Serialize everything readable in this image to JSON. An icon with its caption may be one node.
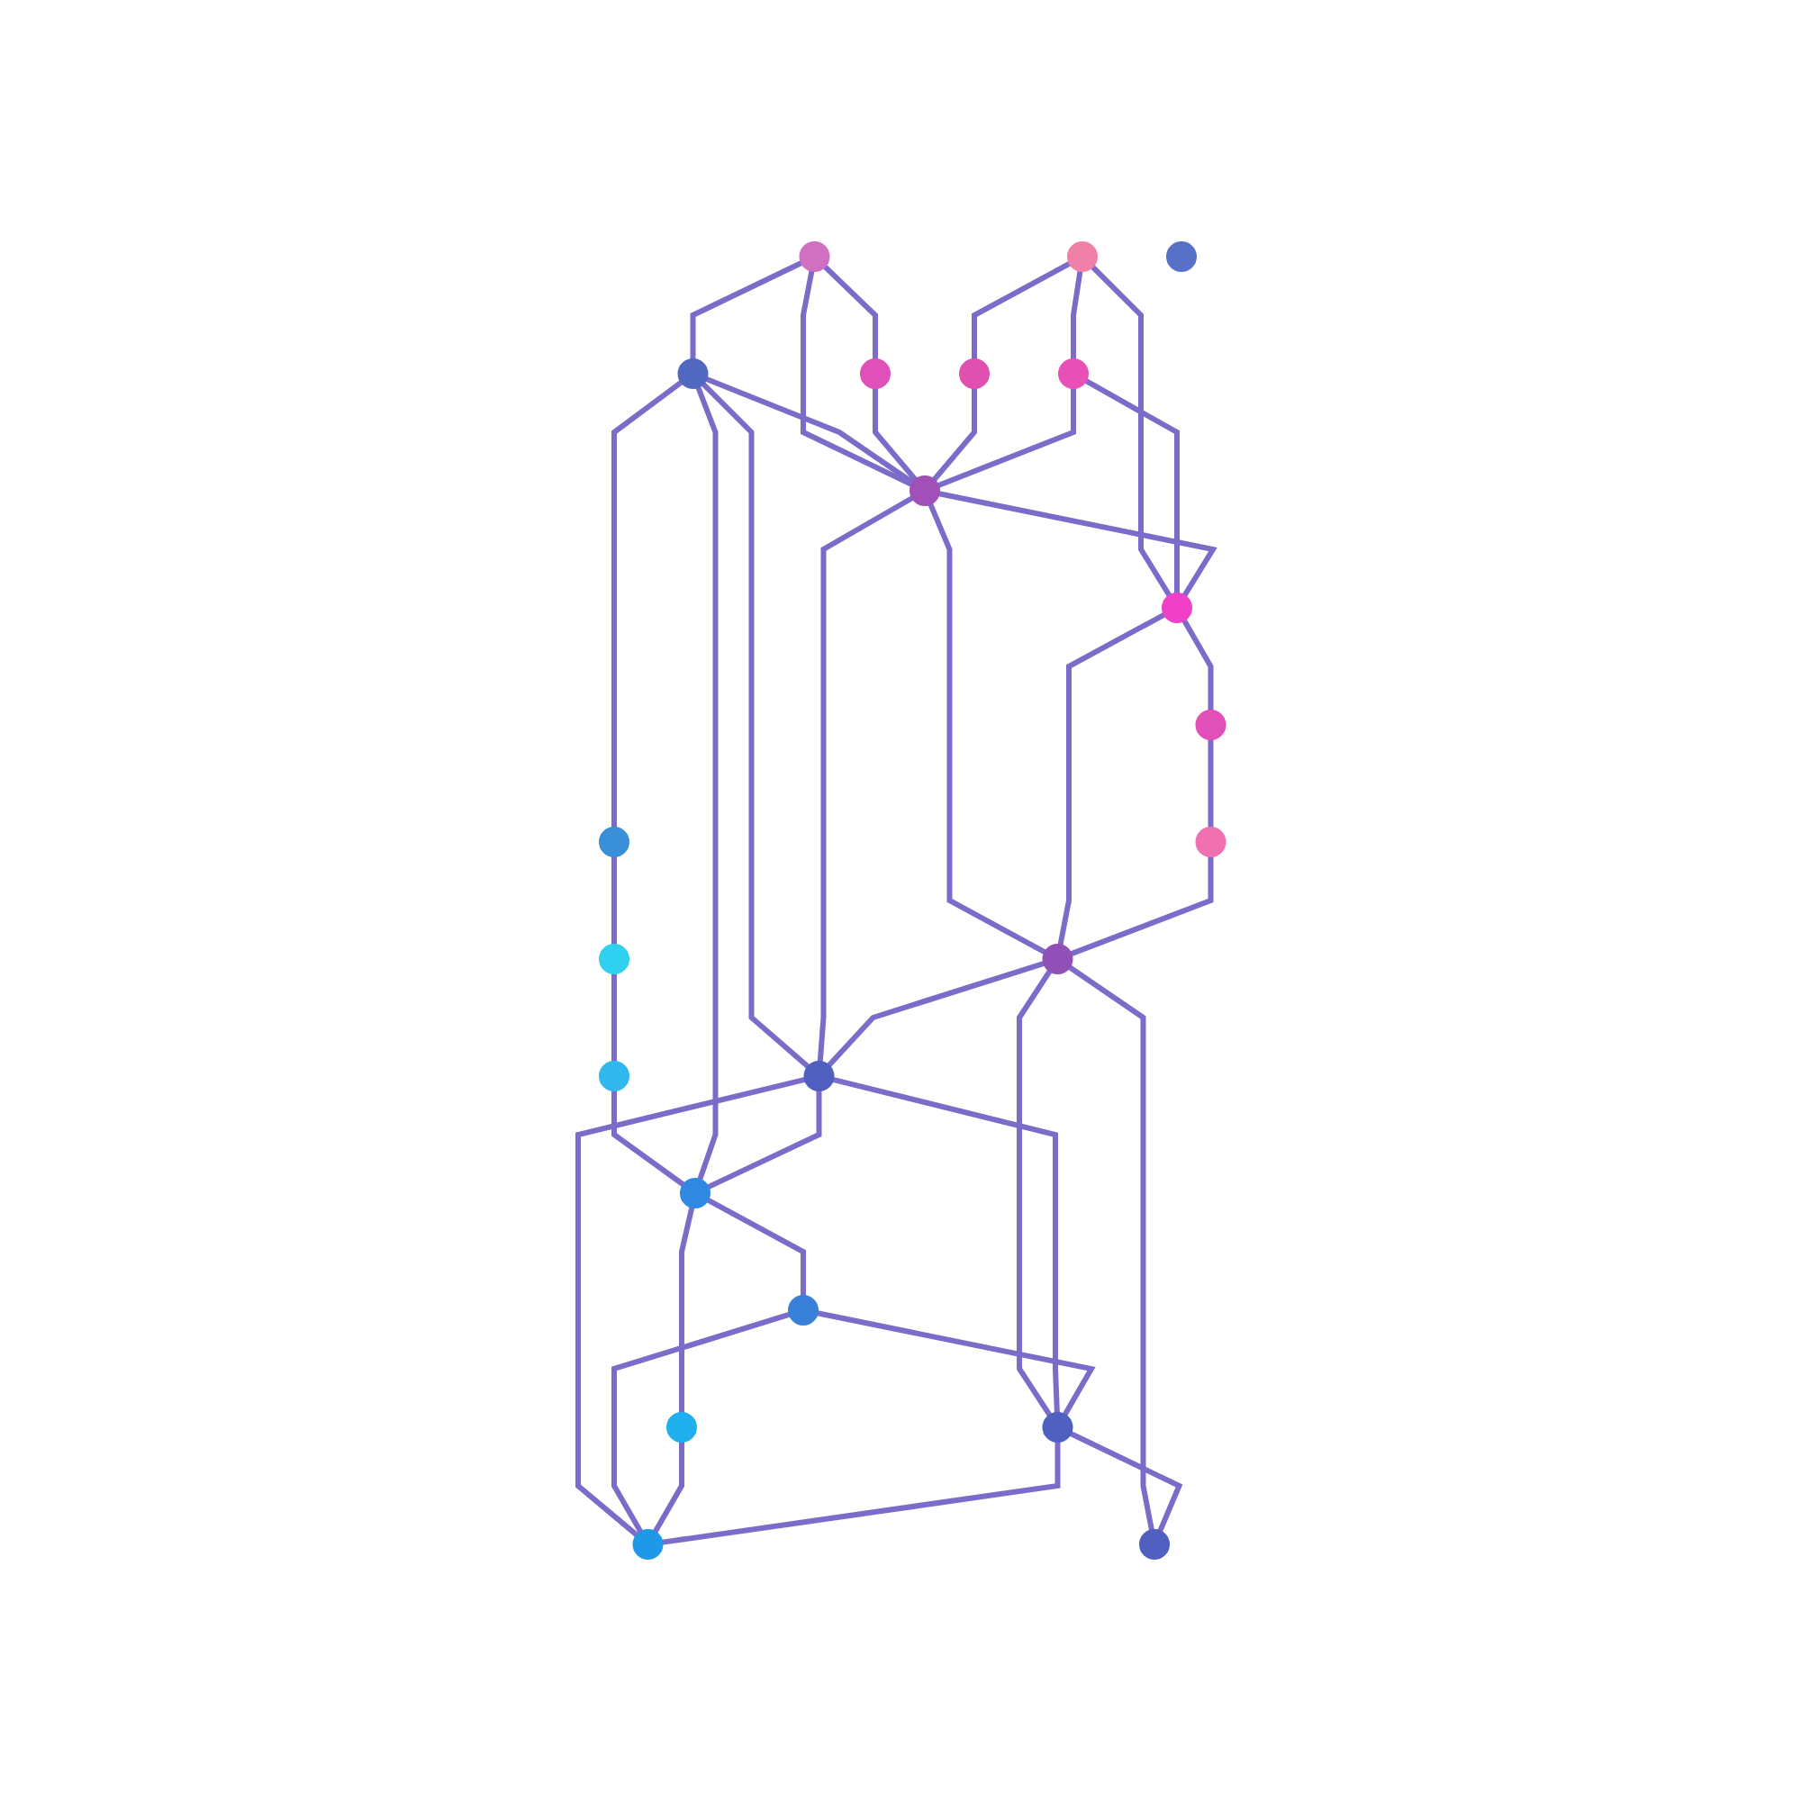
{
  "diagram": {
    "nodes": [
      {
        "text": [],
        "shape": "circle"
      },
      {
        "text": [],
        "shape": "circle"
      },
      {
        "text": [],
        "shape": "circle"
      },
      {
        "text": [],
        "shape": "circle"
      },
      {
        "text": [],
        "shape": "circle"
      },
      {
        "text": [],
        "shape": "circle"
      },
      {
        "text": [],
        "shape": "circle"
      },
      {
        "text": [],
        "shape": "circle"
      },
      {
        "text": [],
        "shape": "circle"
      },
      {
        "text": [],
        "shape": "circle"
      },
      {
        "text": [],
        "shape": "circle"
      },
      {
        "text": [],
        "shape": "circle"
      },
      {
        "text": [],
        "shape": "circle"
      },
      {
        "text": [],
        "shape": "circle"
      },
      {
        "text": [],
        "shape": "circle"
      },
      {
        "text": [],
        "shape": "circle"
      },
      {
        "text": [],
        "shape": "circle"
      },
      {
        "text": [],
        "shape": "circle"
      },
      {
        "text": [],
        "shape": "circle"
      },
      {
        "text": [],
        "shape": "circle"
      },
      {
        "text": [],
        "shape": "circle"
      },
      {
        "text": [],
        "shape": "circle"
      }
    ],
    "edges": [
      {
        "from": 0,
        "to": 3,
        "arrow": "none"
      },
      {
        "from": 0,
        "to": 8,
        "arrow": "none"
      },
      {
        "from": 0,
        "to": 4,
        "arrow": "none"
      },
      {
        "from": 4,
        "to": 2,
        "arrow": "none"
      },
      {
        "from": 2,
        "to": 1,
        "arrow": "none"
      },
      {
        "from": 1,
        "to": 5,
        "arrow": "none"
      },
      {
        "from": 5,
        "to": 10,
        "arrow": "none"
      },
      {
        "from": 4,
        "to": 8,
        "arrow": "none"
      },
      {
        "from": 4,
        "to": 14,
        "arrow": "none"
      },
      {
        "from": 4,
        "to": 10,
        "arrow": "none"
      },
      {
        "from": 3,
        "to": 8,
        "arrow": "none"
      },
      {
        "from": 6,
        "to": 7,
        "arrow": "none"
      },
      {
        "from": 7,
        "to": 8,
        "arrow": "none"
      },
      {
        "from": 6,
        "to": 11,
        "arrow": "none"
      },
      {
        "from": 6,
        "to": 13,
        "arrow": "none"
      },
      {
        "from": 11,
        "to": 8,
        "arrow": "none"
      },
      {
        "from": 11,
        "to": 13,
        "arrow": "none"
      },
      {
        "from": 8,
        "to": 13,
        "arrow": "none"
      },
      {
        "from": 8,
        "to": 16,
        "arrow": "none"
      },
      {
        "from": 8,
        "to": 14,
        "arrow": "none"
      },
      {
        "from": 13,
        "to": 16,
        "arrow": "none"
      },
      {
        "from": 13,
        "to": 19,
        "arrow": "none"
      },
      {
        "from": 19,
        "to": 20,
        "arrow": "none"
      },
      {
        "from": 20,
        "to": 16,
        "arrow": "none"
      },
      {
        "from": 16,
        "to": 14,
        "arrow": "none"
      },
      {
        "from": 16,
        "to": 17,
        "arrow": "none"
      },
      {
        "from": 16,
        "to": 21,
        "arrow": "none"
      },
      {
        "from": 14,
        "to": 17,
        "arrow": "none"
      },
      {
        "from": 14,
        "to": 18,
        "arrow": "none"
      },
      {
        "from": 14,
        "to": 10,
        "arrow": "none"
      },
      {
        "from": 10,
        "to": 15,
        "arrow": "none"
      },
      {
        "from": 15,
        "to": 17,
        "arrow": "none"
      },
      {
        "from": 15,
        "to": 18,
        "arrow": "none"
      },
      {
        "from": 10,
        "to": 12,
        "arrow": "none"
      },
      {
        "from": 12,
        "to": 18,
        "arrow": "none"
      },
      {
        "from": 17,
        "to": 18,
        "arrow": "none"
      },
      {
        "from": 17,
        "to": 21,
        "arrow": "none"
      }
    ]
  }
}
